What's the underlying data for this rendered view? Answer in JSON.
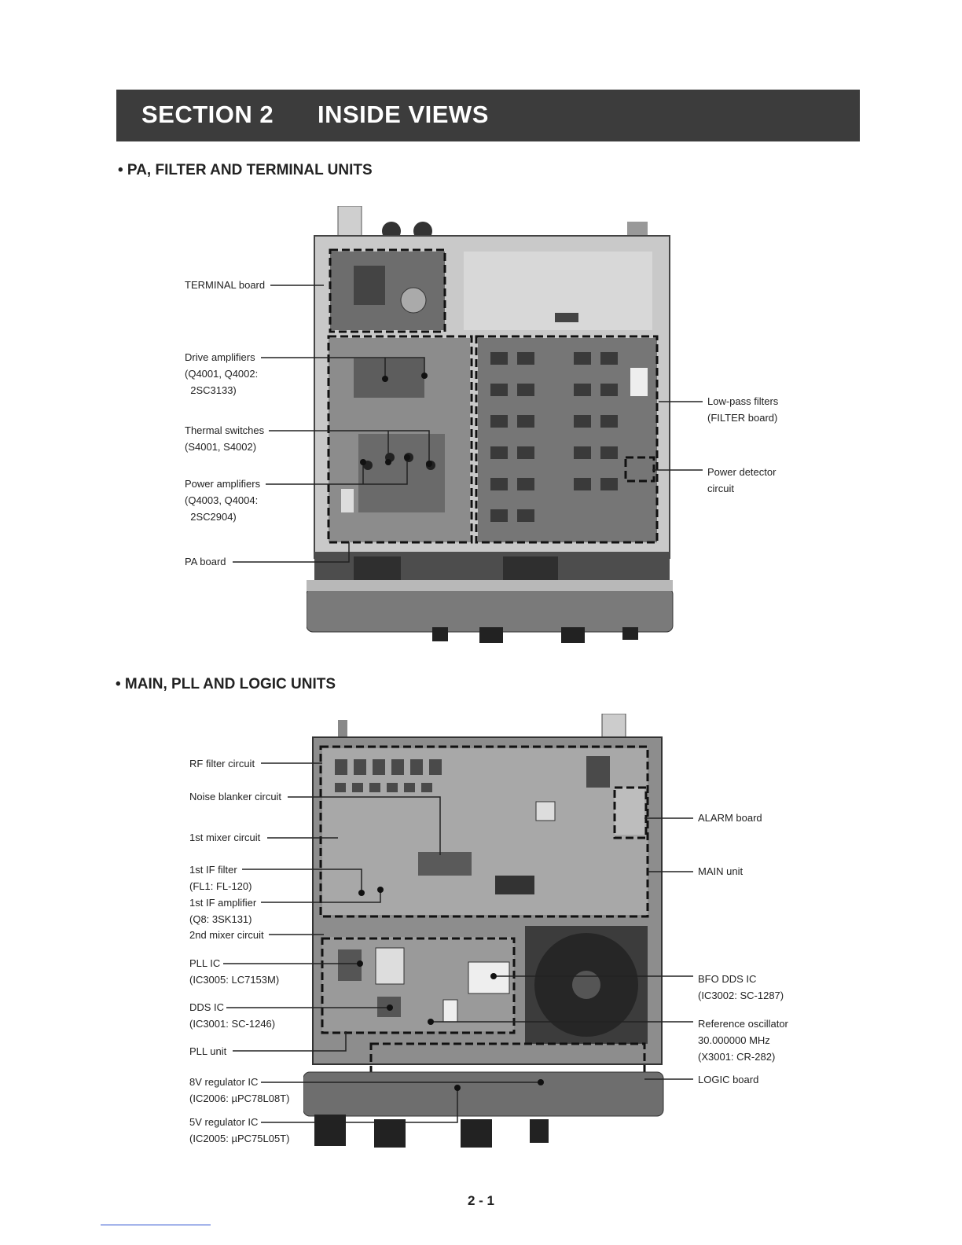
{
  "section": {
    "number": "SECTION 2",
    "title": "INSIDE VIEWS"
  },
  "views": [
    {
      "heading": "• PA, FILTER AND TERMINAL UNITS",
      "labels": [
        "TERMINAL board",
        "Drive amplifiers\n(Q4001, Q4002:\n  2SC3133)",
        "Thermal switches\n(S4001, S4002)",
        "Power amplifiers\n(Q4003, Q4004:\n  2SC2904)",
        "PA board",
        "Low-pass filters\n(FILTER board)",
        "Power detector\ncircuit"
      ]
    },
    {
      "heading": "• MAIN, PLL AND LOGIC UNITS",
      "labels": [
        "RF filter circuit",
        "Noise blanker circuit",
        "1st mixer circuit",
        "1st IF filter\n(FL1: FL-120)",
        "1st IF amplifier\n(Q8: 3SK131)",
        "2nd mixer circuit",
        "PLL IC\n(IC3005: LC7153M)",
        "DDS IC\n(IC3001: SC-1246)",
        "PLL unit",
        "8V regulator IC\n(IC2006: µPC78L08T)",
        "5V regulator IC\n(IC2005: µPC75L05T)",
        "ALARM board",
        "MAIN unit",
        "BFO DDS IC\n(IC3002: SC-1287)",
        "Reference oscillator\n30.000000 MHz\n(X3001: CR-282)",
        "LOGIC board"
      ]
    }
  ],
  "page_number": "2 - 1"
}
